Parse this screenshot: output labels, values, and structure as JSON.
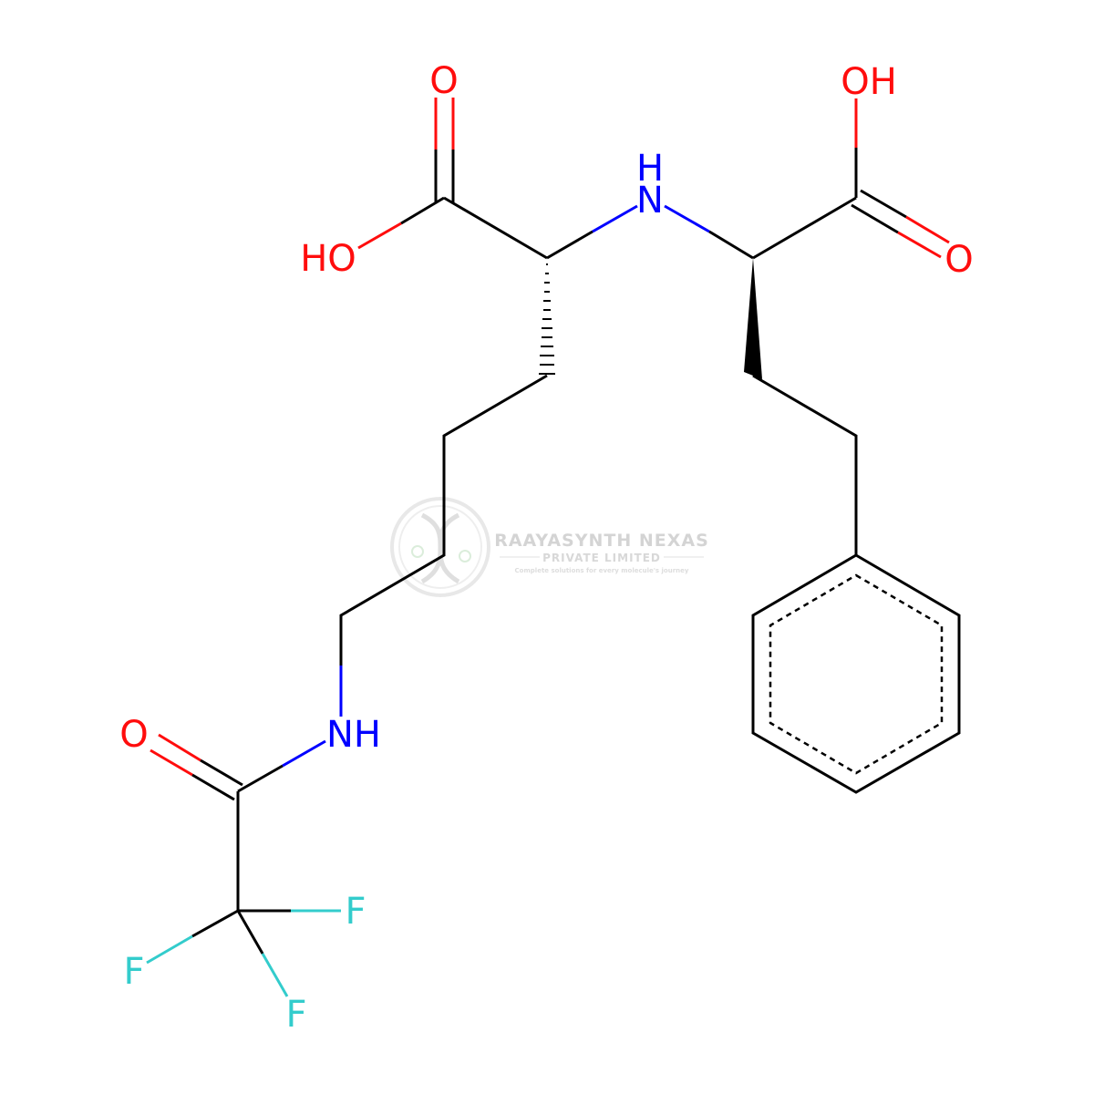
{
  "colors": {
    "bond": "#000000",
    "oxygen": "#ff0d0d",
    "nitrogen": "#0000ff",
    "fluorine": "#33cccc",
    "watermark": "#c8c8c8"
  },
  "atoms": {
    "o_top_left": "O",
    "ho_left": "HO",
    "nh_center_h": "H",
    "nh_center_n": "N",
    "oh_top_right": "OH",
    "o_right": "O",
    "o_amide": "O",
    "nh_amide": "NH",
    "f_right": "F",
    "f_left": "F",
    "f_bottom": "F"
  },
  "watermark": {
    "company": "RAAYASYNTH NEXAS",
    "subtitle": "PRIVATE LIMITED",
    "tagline": "Complete solutions for every molecule's journey",
    "logo_icon": "dna-helix-logo-icon"
  }
}
